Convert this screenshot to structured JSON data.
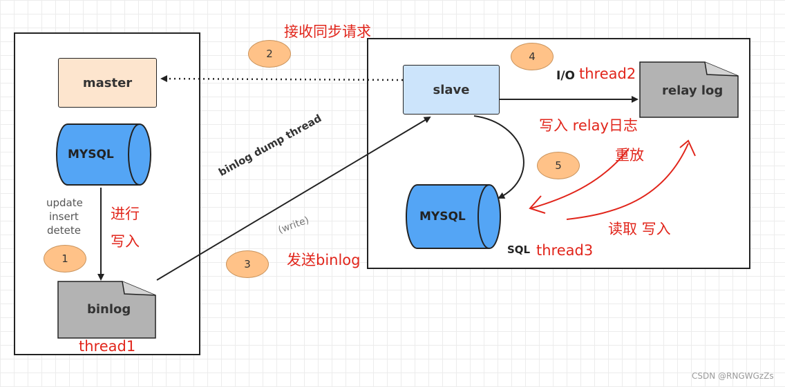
{
  "nodes": {
    "master": "master",
    "mysql_master": "MYSQL",
    "binlog": "binlog",
    "slave": "slave",
    "relay_log": "relay log",
    "mysql_slave": "MYSQL"
  },
  "labels": {
    "ops": [
      "update",
      "insert",
      "detete"
    ],
    "jinxing": "进行",
    "xieru": "写入",
    "thread1": "thread1",
    "receive_sync": "接收同步请求",
    "binlog_dump_thread": "binlog dump thread",
    "write": "(write)",
    "send_binlog": "发送binlog",
    "io": "I/O",
    "thread2": "thread2",
    "write_relay": "写入 relay日志",
    "replay": "重放",
    "read_write": "读取 写入",
    "sql": "SQL",
    "thread3": "thread3",
    "watermark": "CSDN @RNGWGzZs"
  },
  "steps": [
    "1",
    "2",
    "3",
    "4",
    "5"
  ],
  "colors": {
    "master_fill": "#fde5ce",
    "mysql_fill": "#54a5f5",
    "slave_fill": "#cce4fb",
    "log_fill": "#b3b3b3",
    "step_fill": "#ffc288",
    "annotation": "#e1251b"
  }
}
